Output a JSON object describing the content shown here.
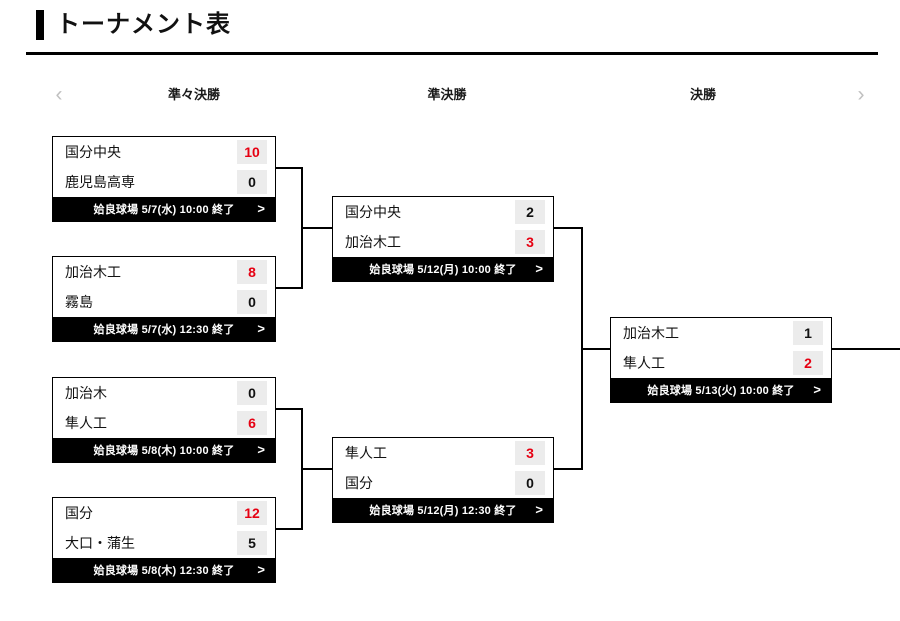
{
  "header": {
    "title": "トーナメント表"
  },
  "rounds": {
    "prev_arrow": "‹",
    "next_arrow": "›",
    "labels": [
      {
        "name": "quarterfinals",
        "label": "準々決勝"
      },
      {
        "name": "semifinals",
        "label": "準決勝"
      },
      {
        "name": "final",
        "label": "決勝"
      }
    ]
  },
  "colors": {
    "winner_score": "#e60012",
    "score_background": "#ececec",
    "footer_background": "#000000",
    "card_border": "#000000"
  },
  "footer_chevron": ">",
  "matches": {
    "qf1": {
      "top": {
        "team": "国分中央",
        "score": "10",
        "winner": true
      },
      "bottom": {
        "team": "鹿児島高専",
        "score": "0",
        "winner": false
      },
      "footer": "姶良球場 5/7(水) 10:00 終了"
    },
    "qf2": {
      "top": {
        "team": "加治木工",
        "score": "8",
        "winner": true
      },
      "bottom": {
        "team": "霧島",
        "score": "0",
        "winner": false
      },
      "footer": "姶良球場 5/7(水) 12:30 終了"
    },
    "qf3": {
      "top": {
        "team": "加治木",
        "score": "0",
        "winner": false
      },
      "bottom": {
        "team": "隼人工",
        "score": "6",
        "winner": true
      },
      "footer": "姶良球場 5/8(木) 10:00 終了"
    },
    "qf4": {
      "top": {
        "team": "国分",
        "score": "12",
        "winner": true
      },
      "bottom": {
        "team": "大口・蒲生",
        "score": "5",
        "winner": false
      },
      "footer": "姶良球場 5/8(木) 12:30 終了"
    },
    "sf1": {
      "top": {
        "team": "国分中央",
        "score": "2",
        "winner": false
      },
      "bottom": {
        "team": "加治木工",
        "score": "3",
        "winner": true
      },
      "footer": "姶良球場 5/12(月) 10:00 終了"
    },
    "sf2": {
      "top": {
        "team": "隼人工",
        "score": "3",
        "winner": true
      },
      "bottom": {
        "team": "国分",
        "score": "0",
        "winner": false
      },
      "footer": "姶良球場 5/12(月) 12:30 終了"
    },
    "final": {
      "top": {
        "team": "加治木工",
        "score": "1",
        "winner": false
      },
      "bottom": {
        "team": "隼人工",
        "score": "2",
        "winner": true
      },
      "footer": "姶良球場 5/13(火) 10:00 終了"
    }
  }
}
